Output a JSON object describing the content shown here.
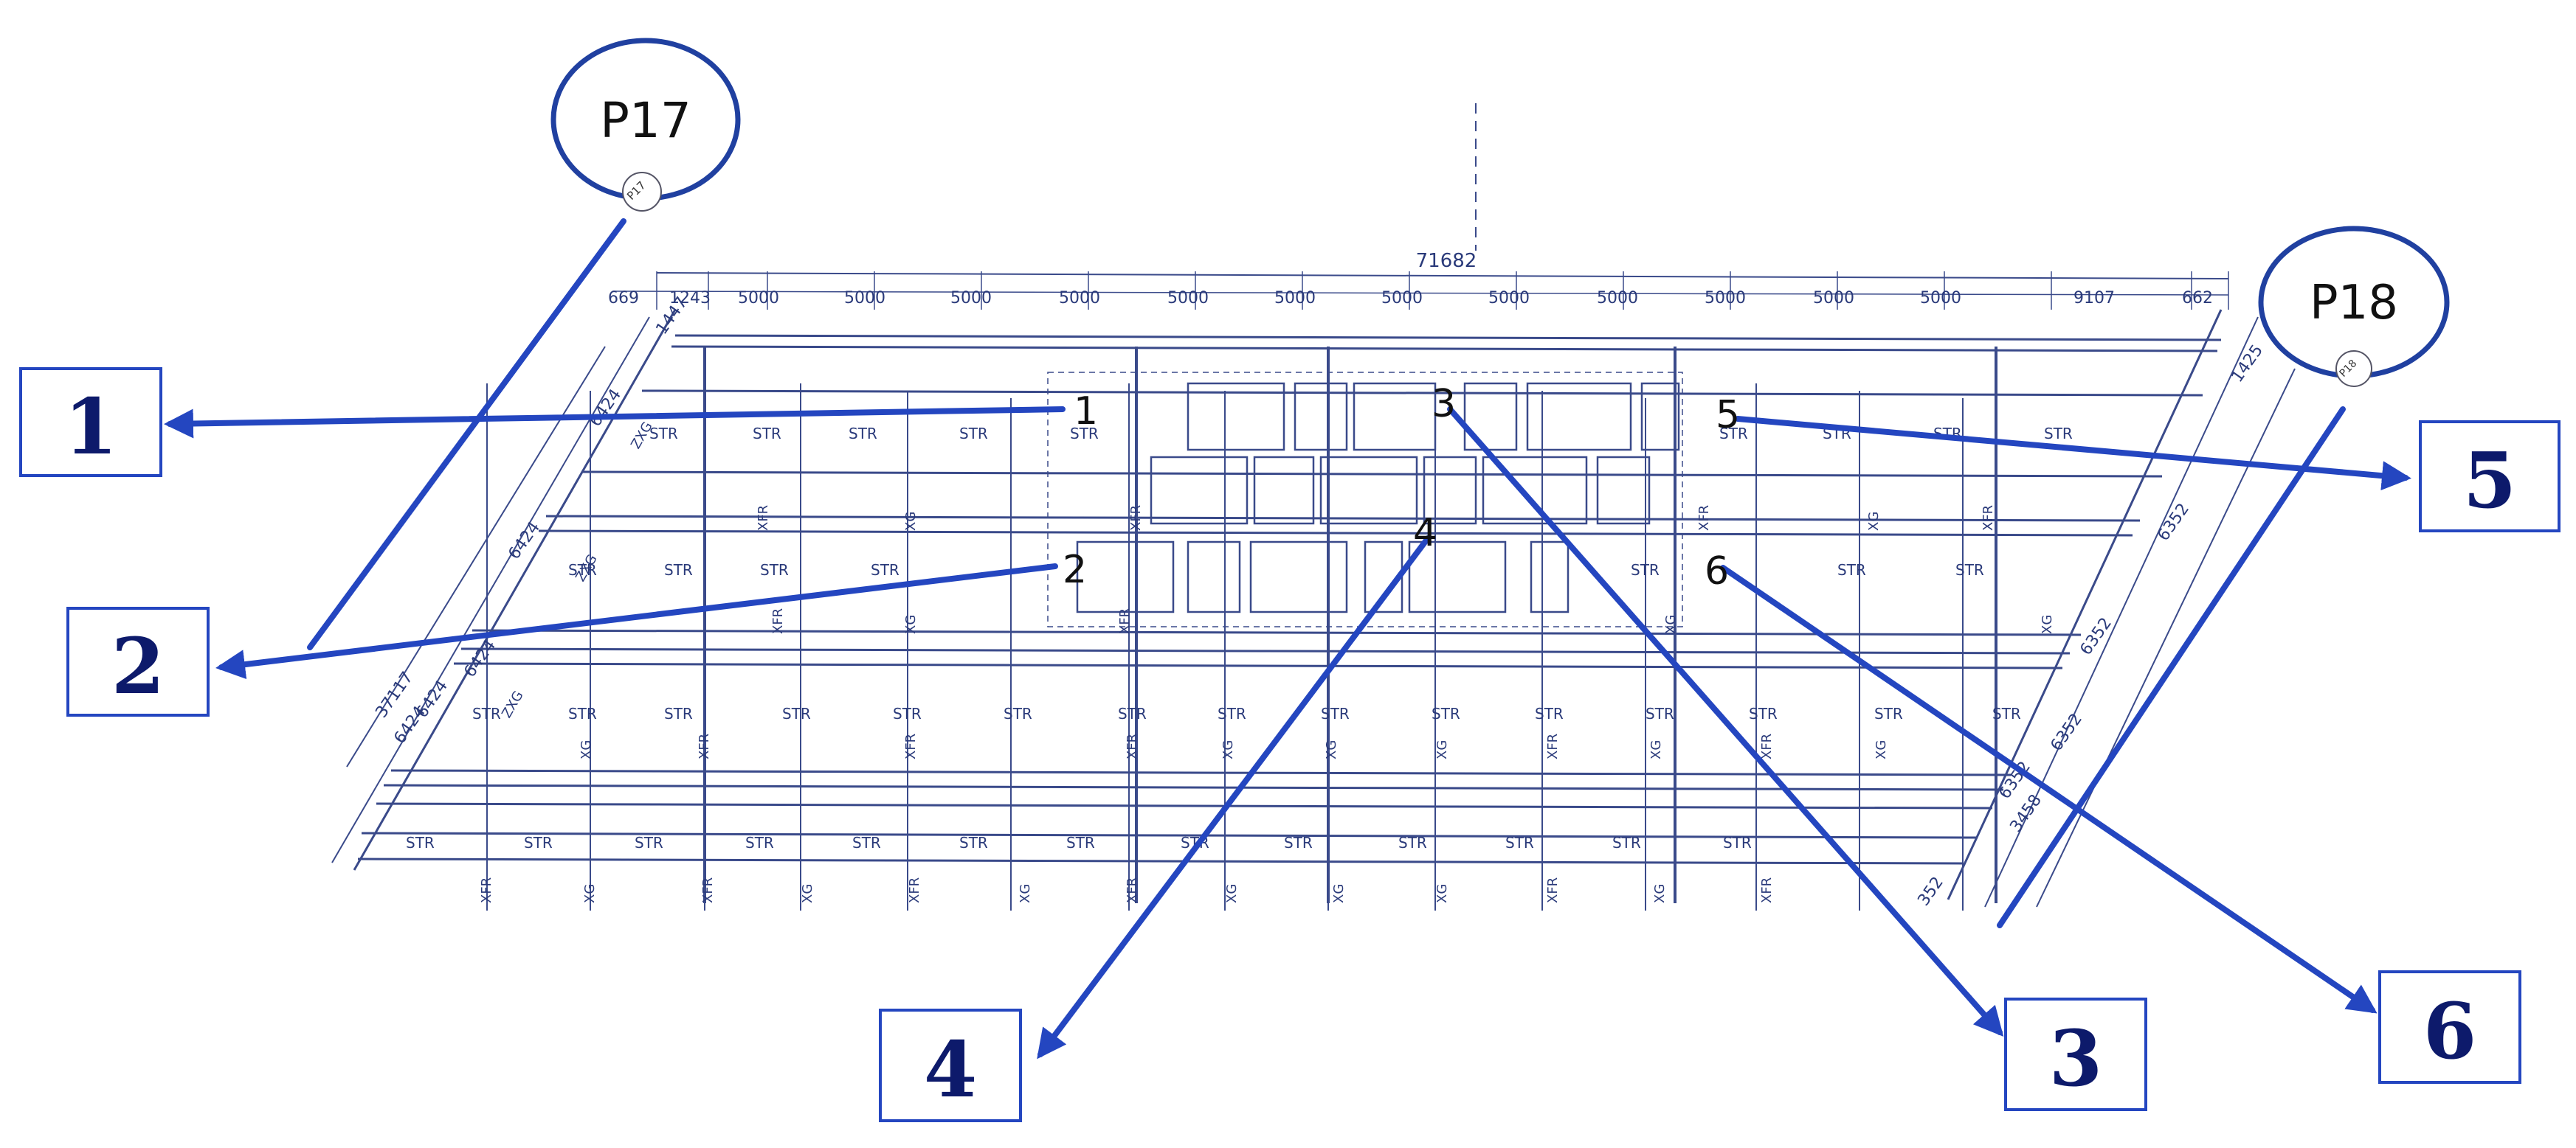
{
  "colors": {
    "arrow": "#2446c0",
    "box_border": "#2446c0",
    "label_text": "#0d1a6b",
    "cad_line": "#3a4a8a",
    "cad_text": "#2a3a7a",
    "callout_circle": "#2040a0"
  },
  "callouts": [
    {
      "id": "p17",
      "label": "P17",
      "tag": "P17"
    },
    {
      "id": "p18",
      "label": "P18",
      "tag": "P18"
    }
  ],
  "point_labels": [
    "1",
    "2",
    "3",
    "4",
    "5",
    "6"
  ],
  "box_labels": [
    "1",
    "2",
    "3",
    "4",
    "5",
    "6"
  ],
  "dimensions": {
    "overall_length": "71682",
    "top_segments": [
      "669",
      "1243",
      "5000",
      "5000",
      "5000",
      "5000",
      "5000",
      "5000",
      "5000",
      "5000",
      "5000",
      "5000",
      "5000",
      "5000",
      "9107",
      "662"
    ],
    "left_side": [
      "1447",
      "6424",
      "6424",
      "6424",
      "37117",
      "6424",
      "6424"
    ],
    "right_side": [
      "1425",
      "6352",
      "6352",
      "6352",
      "6352",
      "3458",
      "352"
    ]
  },
  "member_tags": {
    "str": "STR",
    "xg": "XG",
    "xfr": "XFR",
    "zxg": "ZXG"
  }
}
